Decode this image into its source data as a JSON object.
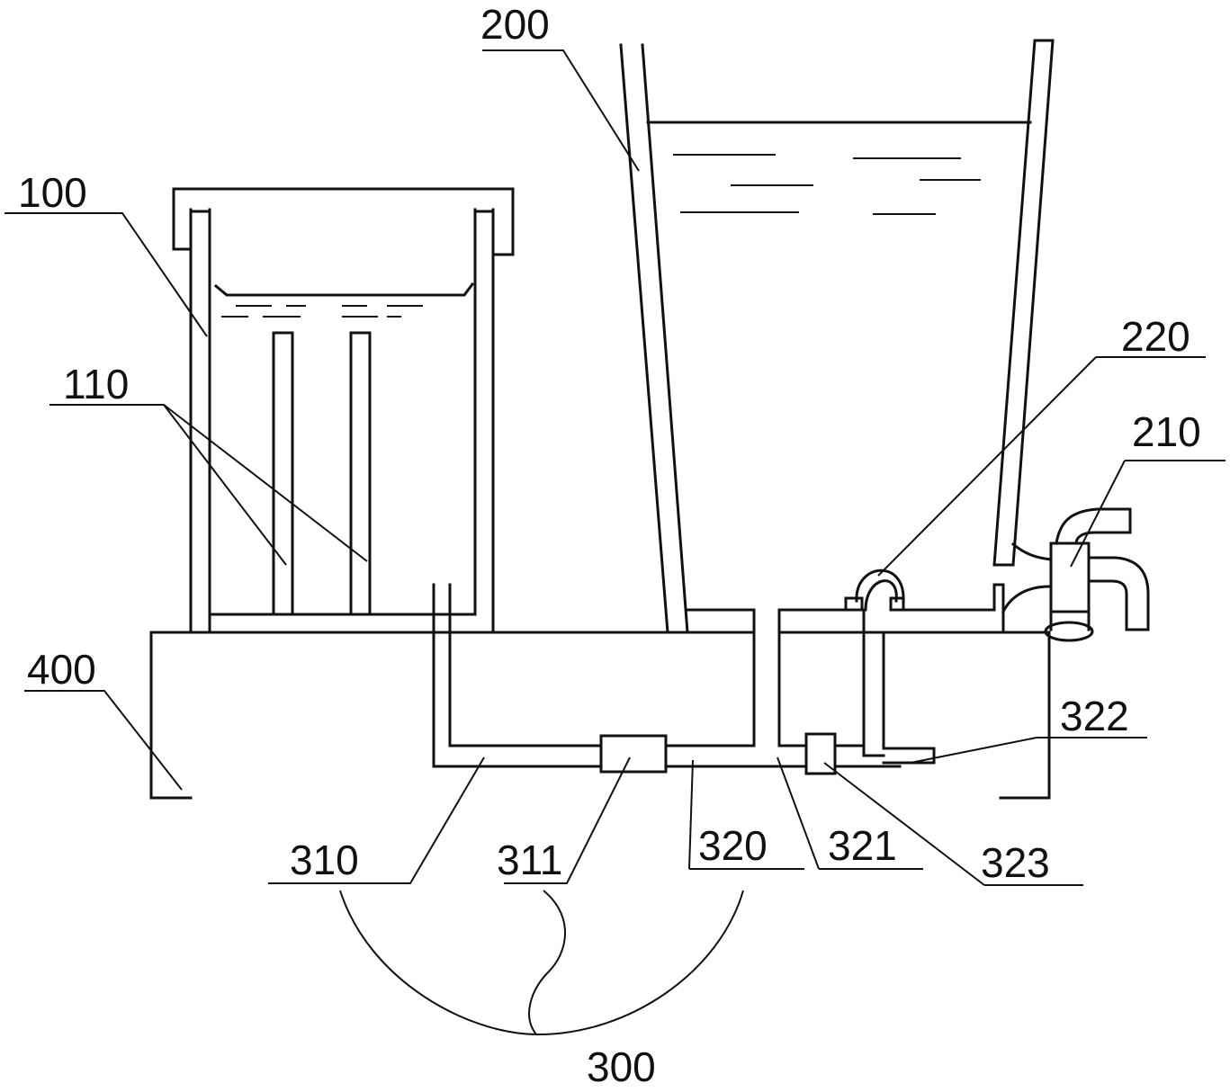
{
  "labels": {
    "l100": "100",
    "l110": "110",
    "l200": "200",
    "l210": "210",
    "l220": "220",
    "l300": "300",
    "l310": "310",
    "l311": "311",
    "l320": "320",
    "l321": "321",
    "l322": "322",
    "l323": "323",
    "l400": "400"
  }
}
